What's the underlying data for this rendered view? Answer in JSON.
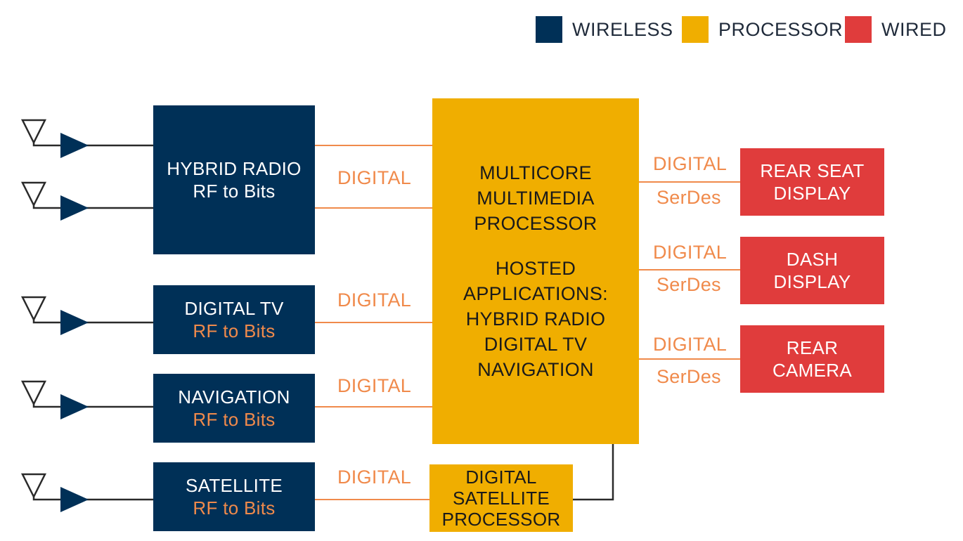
{
  "colors": {
    "wireless": "#003057",
    "processor": "#f0ae00",
    "wired": "#e03c3c",
    "accent_text": "#f08a4b",
    "line_dark": "#2a2a2a"
  },
  "legend": [
    {
      "label": "WIRELESS",
      "color": "#003057"
    },
    {
      "label": "PROCESSOR",
      "color": "#f0ae00"
    },
    {
      "label": "WIRED",
      "color": "#e03c3c"
    }
  ],
  "receivers": [
    {
      "title": "HYBRID RADIO",
      "subtitle": "RF to Bits",
      "antennas": 2
    },
    {
      "title": "DIGITAL TV",
      "subtitle": "RF to Bits",
      "antennas": 1
    },
    {
      "title": "NAVIGATION",
      "subtitle": "RF to Bits",
      "antennas": 1
    },
    {
      "title": "SATELLITE",
      "subtitle": "RF to Bits",
      "antennas": 1
    }
  ],
  "main_processor": {
    "lines": [
      "MULTICORE",
      "MULTIMEDIA",
      "PROCESSOR"
    ],
    "hosted_lines": [
      "HOSTED",
      "APPLICATIONS:",
      "HYBRID RADIO",
      "DIGITAL TV",
      "NAVIGATION"
    ]
  },
  "satellite_processor": {
    "lines": [
      "DIGITAL",
      "SATELLITE",
      "PROCESSOR"
    ]
  },
  "outputs": [
    {
      "lines": [
        "REAR SEAT",
        "DISPLAY"
      ]
    },
    {
      "lines": [
        "DASH",
        "DISPLAY"
      ]
    },
    {
      "lines": [
        "REAR",
        "CAMERA"
      ]
    }
  ],
  "link_labels": {
    "input": "DIGITAL",
    "output_top": "DIGITAL",
    "output_bottom": "SerDes"
  }
}
